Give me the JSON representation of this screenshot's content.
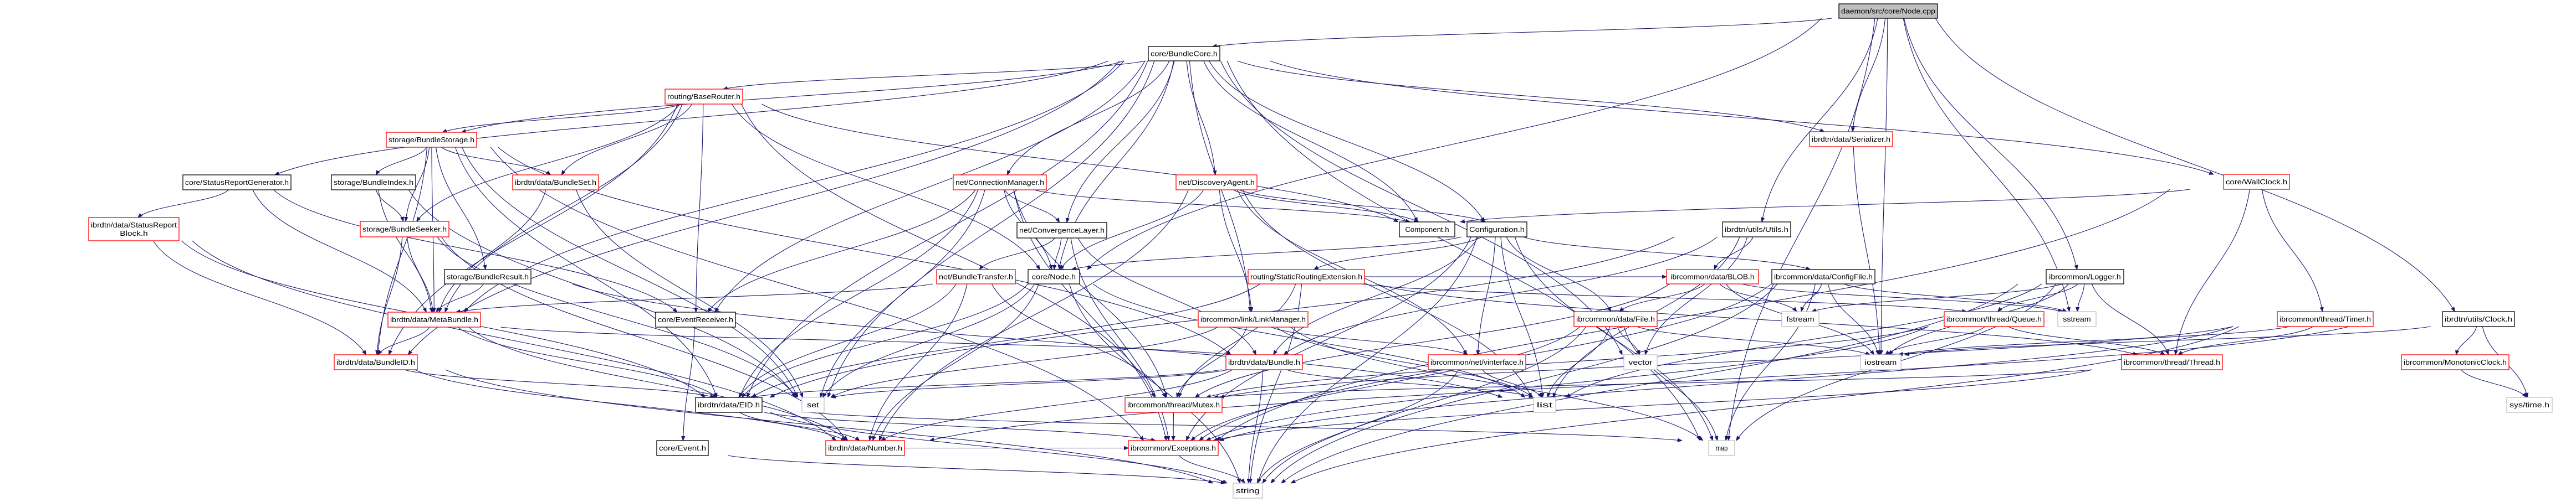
{
  "title": "daemon/src/core/Node.cpp include dependency graph",
  "colors": {
    "edge": "#191970",
    "root_fill": "#bfbfbf",
    "normal_border": "#000000",
    "truncated_border": "#ff0000",
    "system_border": "#bfbfbf"
  },
  "nodes": [
    {
      "id": "node_cpp",
      "label": "daemon/src/core/Node.cpp",
      "kind": "root"
    },
    {
      "id": "bundlecore",
      "label": "core/BundleCore.h",
      "kind": "normal"
    },
    {
      "id": "baserouter",
      "label": "routing/BaseRouter.h",
      "kind": "partial"
    },
    {
      "id": "bundlestorage",
      "label": "storage/BundleStorage.h",
      "kind": "partial"
    },
    {
      "id": "statusreportgen",
      "label": "core/StatusReportGenerator.h",
      "kind": "normal"
    },
    {
      "id": "bundleindex",
      "label": "storage/BundleIndex.h",
      "kind": "normal"
    },
    {
      "id": "bundleset",
      "label": "ibrdtn/data/BundleSet.h",
      "kind": "partial"
    },
    {
      "id": "statusreportblock",
      "label": "ibrdtn/data/StatusReport\nBlock.h",
      "kind": "partial"
    },
    {
      "id": "bundleseeker",
      "label": "storage/BundleSeeker.h",
      "kind": "partial"
    },
    {
      "id": "bundleresult",
      "label": "storage/BundleResult.h",
      "kind": "normal"
    },
    {
      "id": "metabundle",
      "label": "ibrdtn/data/MetaBundle.h",
      "kind": "partial"
    },
    {
      "id": "eventreceiver",
      "label": "core/EventReceiver.h",
      "kind": "normal"
    },
    {
      "id": "bundleid",
      "label": "ibrdtn/data/BundleID.h",
      "kind": "partial"
    },
    {
      "id": "eid",
      "label": "ibrdtn/data/EID.h",
      "kind": "normal"
    },
    {
      "id": "set",
      "label": "set",
      "kind": "system"
    },
    {
      "id": "event",
      "label": "core/Event.h",
      "kind": "normal"
    },
    {
      "id": "number",
      "label": "ibrdtn/data/Number.h",
      "kind": "partial"
    },
    {
      "id": "connectionmanager",
      "label": "net/ConnectionManager.h",
      "kind": "partial"
    },
    {
      "id": "discoveryagent",
      "label": "net/DiscoveryAgent.h",
      "kind": "partial"
    },
    {
      "id": "convergencelayer",
      "label": "net/ConvergenceLayer.h",
      "kind": "normal"
    },
    {
      "id": "component",
      "label": "Component.h",
      "kind": "normal"
    },
    {
      "id": "configuration",
      "label": "Configuration.h",
      "kind": "normal"
    },
    {
      "id": "bundletransfer",
      "label": "net/BundleTransfer.h",
      "kind": "partial"
    },
    {
      "id": "node_h",
      "label": "core/Node.h",
      "kind": "normal"
    },
    {
      "id": "staticrouting",
      "label": "routing/StaticRoutingExtension.h",
      "kind": "partial"
    },
    {
      "id": "linkmanager",
      "label": "ibrcommon/link/LinkManager.h",
      "kind": "partial"
    },
    {
      "id": "file",
      "label": "ibrcommon/data/File.h",
      "kind": "partial"
    },
    {
      "id": "bundle",
      "label": "ibrdtn/data/Bundle.h",
      "kind": "partial"
    },
    {
      "id": "vinterface",
      "label": "ibrcommon/net/vinterface.h",
      "kind": "partial"
    },
    {
      "id": "vector",
      "label": "vector",
      "kind": "system"
    },
    {
      "id": "mutex",
      "label": "ibrcommon/thread/Mutex.h",
      "kind": "partial"
    },
    {
      "id": "list",
      "label": "list",
      "kind": "system"
    },
    {
      "id": "exceptions",
      "label": "ibrcommon/Exceptions.h",
      "kind": "partial"
    },
    {
      "id": "string",
      "label": "string",
      "kind": "system"
    },
    {
      "id": "serializer",
      "label": "ibrdtn/data/Serializer.h",
      "kind": "partial"
    },
    {
      "id": "wallclock",
      "label": "core/WallClock.h",
      "kind": "partial"
    },
    {
      "id": "utils",
      "label": "ibrdtn/utils/Utils.h",
      "kind": "normal"
    },
    {
      "id": "blob",
      "label": "ibrcommon/data/BLOB.h",
      "kind": "partial"
    },
    {
      "id": "configfile",
      "label": "ibrcommon/data/ConfigFile.h",
      "kind": "normal"
    },
    {
      "id": "logger",
      "label": "ibrcommon/Logger.h",
      "kind": "normal"
    },
    {
      "id": "fstream",
      "label": "fstream",
      "kind": "system"
    },
    {
      "id": "queue",
      "label": "ibrcommon/thread/Queue.h",
      "kind": "partial"
    },
    {
      "id": "sstream",
      "label": "sstream",
      "kind": "system"
    },
    {
      "id": "timer",
      "label": "ibrcommon/thread/Timer.h",
      "kind": "partial"
    },
    {
      "id": "clock",
      "label": "ibrdtn/utils/Clock.h",
      "kind": "normal"
    },
    {
      "id": "iostream",
      "label": "iostream",
      "kind": "system"
    },
    {
      "id": "thread",
      "label": "ibrcommon/thread/Thread.h",
      "kind": "partial"
    },
    {
      "id": "monotonicclock",
      "label": "ibrcommon/MonotonicClock.h",
      "kind": "partial"
    },
    {
      "id": "systime",
      "label": "sys/time.h",
      "kind": "system"
    },
    {
      "id": "map",
      "label": "map",
      "kind": "system"
    }
  ],
  "edges": [
    [
      "node_cpp",
      "bundlecore"
    ],
    [
      "node_cpp",
      "node_h"
    ],
    [
      "node_cpp",
      "utils"
    ],
    [
      "node_cpp",
      "logger"
    ],
    [
      "node_cpp",
      "sstream"
    ],
    [
      "node_cpp",
      "clock"
    ],
    [
      "node_cpp",
      "map"
    ],
    [
      "node_cpp",
      "iostream"
    ],
    [
      "node_cpp",
      "serializer"
    ],
    [
      "bundlecore",
      "baserouter"
    ],
    [
      "bundlecore",
      "bundlestorage"
    ],
    [
      "bundlecore",
      "statusreportgen"
    ],
    [
      "bundlecore",
      "connectionmanager"
    ],
    [
      "bundlecore",
      "discoveryagent"
    ],
    [
      "bundlecore",
      "convergencelayer"
    ],
    [
      "bundlecore",
      "component"
    ],
    [
      "bundlecore",
      "configuration"
    ],
    [
      "bundlecore",
      "serializer"
    ],
    [
      "bundlecore",
      "wallclock"
    ],
    [
      "bundlecore",
      "eventreceiver"
    ],
    [
      "bundlecore",
      "metabundle"
    ],
    [
      "bundlecore",
      "eid"
    ],
    [
      "bundlecore",
      "set"
    ],
    [
      "bundlecore",
      "map"
    ],
    [
      "bundlecore",
      "vector"
    ],
    [
      "bundlecore",
      "linkmanager"
    ],
    [
      "bundlecore",
      "node_h"
    ],
    [
      "bundlecore",
      "bundleid"
    ],
    [
      "baserouter",
      "bundlestorage"
    ],
    [
      "baserouter",
      "bundleset"
    ],
    [
      "baserouter",
      "bundleseeker"
    ],
    [
      "baserouter",
      "metabundle"
    ],
    [
      "baserouter",
      "eventreceiver"
    ],
    [
      "baserouter",
      "component"
    ],
    [
      "baserouter",
      "node_h"
    ],
    [
      "baserouter",
      "bundleid"
    ],
    [
      "baserouter",
      "mutex"
    ],
    [
      "bundlestorage",
      "bundleindex"
    ],
    [
      "bundlestorage",
      "bundleset"
    ],
    [
      "bundlestorage",
      "bundleseeker"
    ],
    [
      "bundlestorage",
      "bundleresult"
    ],
    [
      "bundlestorage",
      "metabundle"
    ],
    [
      "bundlestorage",
      "bundleid"
    ],
    [
      "bundlestorage",
      "eid"
    ],
    [
      "bundlestorage",
      "set"
    ],
    [
      "bundlestorage",
      "exceptions"
    ],
    [
      "bundlestorage",
      "bundle"
    ],
    [
      "statusreportgen",
      "statusreportblock"
    ],
    [
      "statusreportgen",
      "eventreceiver"
    ],
    [
      "statusreportgen",
      "metabundle"
    ],
    [
      "bundleindex",
      "bundleseeker"
    ],
    [
      "bundleindex",
      "metabundle"
    ],
    [
      "bundleindex",
      "set"
    ],
    [
      "bundleset",
      "metabundle"
    ],
    [
      "bundleset",
      "set"
    ],
    [
      "statusreportblock",
      "eid"
    ],
    [
      "statusreportblock",
      "number"
    ],
    [
      "statusreportblock",
      "bundleid"
    ],
    [
      "bundleseeker",
      "metabundle"
    ],
    [
      "bundleseeker",
      "bundleid"
    ],
    [
      "bundleseeker",
      "number"
    ],
    [
      "bundleseeker",
      "set"
    ],
    [
      "bundleresult",
      "metabundle"
    ],
    [
      "bundleresult",
      "list"
    ],
    [
      "metabundle",
      "bundleid"
    ],
    [
      "metabundle",
      "eid"
    ],
    [
      "metabundle",
      "number"
    ],
    [
      "metabundle",
      "bundle"
    ],
    [
      "eventreceiver",
      "event"
    ],
    [
      "bundleid",
      "eid"
    ],
    [
      "bundleid",
      "number"
    ],
    [
      "bundleid",
      "string"
    ],
    [
      "eid",
      "number"
    ],
    [
      "eid",
      "exceptions"
    ],
    [
      "eid",
      "string"
    ],
    [
      "eid",
      "map"
    ],
    [
      "event",
      "string"
    ],
    [
      "number",
      "exceptions"
    ],
    [
      "connectionmanager",
      "convergencelayer"
    ],
    [
      "connectionmanager",
      "component"
    ],
    [
      "connectionmanager",
      "node_h"
    ],
    [
      "connectionmanager",
      "eid"
    ],
    [
      "connectionmanager",
      "set"
    ],
    [
      "connectionmanager",
      "mutex"
    ],
    [
      "connectionmanager",
      "exceptions"
    ],
    [
      "connectionmanager",
      "eventreceiver"
    ],
    [
      "discoveryagent",
      "component"
    ],
    [
      "discoveryagent",
      "configuration"
    ],
    [
      "discoveryagent",
      "node_h"
    ],
    [
      "discoveryagent",
      "vinterface"
    ],
    [
      "discoveryagent",
      "list"
    ],
    [
      "discoveryagent",
      "linkmanager"
    ],
    [
      "discoveryagent",
      "number"
    ],
    [
      "convergencelayer",
      "node_h"
    ],
    [
      "convergencelayer",
      "bundletransfer"
    ],
    [
      "convergencelayer",
      "bundle"
    ],
    [
      "convergencelayer",
      "exceptions"
    ],
    [
      "configuration",
      "node_h"
    ],
    [
      "configuration",
      "configfile"
    ],
    [
      "configuration",
      "staticrouting"
    ],
    [
      "configuration",
      "vinterface"
    ],
    [
      "configuration",
      "file"
    ],
    [
      "configuration",
      "list"
    ],
    [
      "configuration",
      "map"
    ],
    [
      "configuration",
      "string"
    ],
    [
      "configuration",
      "exceptions"
    ],
    [
      "configuration",
      "bundle"
    ],
    [
      "bundletransfer",
      "metabundle"
    ],
    [
      "bundletransfer",
      "number"
    ],
    [
      "bundletransfer",
      "mutex"
    ],
    [
      "bundletransfer",
      "eid"
    ],
    [
      "node_h",
      "eid"
    ],
    [
      "node_h",
      "set"
    ],
    [
      "node_h",
      "list"
    ],
    [
      "node_h",
      "string"
    ],
    [
      "node_h",
      "number"
    ],
    [
      "node_h",
      "blob"
    ],
    [
      "staticrouting",
      "eid"
    ],
    [
      "staticrouting",
      "queue"
    ],
    [
      "staticrouting",
      "thread"
    ],
    [
      "staticrouting",
      "mutex"
    ],
    [
      "staticrouting",
      "string"
    ],
    [
      "linkmanager",
      "vinterface"
    ],
    [
      "linkmanager",
      "set"
    ],
    [
      "linkmanager",
      "mutex"
    ],
    [
      "linkmanager",
      "list"
    ],
    [
      "linkmanager",
      "map"
    ],
    [
      "file",
      "vector"
    ],
    [
      "file",
      "list"
    ],
    [
      "file",
      "map"
    ],
    [
      "file",
      "string"
    ],
    [
      "file",
      "iostream"
    ],
    [
      "file",
      "exceptions"
    ],
    [
      "bundle",
      "eid"
    ],
    [
      "bundle",
      "number"
    ],
    [
      "bundle",
      "list"
    ],
    [
      "bundle",
      "set"
    ],
    [
      "bundle",
      "string"
    ],
    [
      "vinterface",
      "list"
    ],
    [
      "vinterface",
      "string"
    ],
    [
      "mutex",
      "exceptions"
    ],
    [
      "exceptions",
      "string"
    ],
    [
      "serializer",
      "iostream"
    ],
    [
      "wallclock",
      "timer"
    ],
    [
      "wallclock",
      "component"
    ],
    [
      "wallclock",
      "thread"
    ],
    [
      "wallclock",
      "exceptions"
    ],
    [
      "utils",
      "blob"
    ],
    [
      "utils",
      "eid"
    ],
    [
      "utils",
      "bundle"
    ],
    [
      "utils",
      "vector"
    ],
    [
      "utils",
      "list"
    ],
    [
      "blob",
      "file"
    ],
    [
      "blob",
      "mutex"
    ],
    [
      "blob",
      "fstream"
    ],
    [
      "blob",
      "sstream"
    ],
    [
      "blob",
      "iostream"
    ],
    [
      "configfile",
      "fstream"
    ],
    [
      "configfile",
      "sstream"
    ],
    [
      "configfile",
      "iostream"
    ],
    [
      "configfile",
      "map"
    ],
    [
      "configfile",
      "string"
    ],
    [
      "configfile",
      "exceptions"
    ],
    [
      "logger",
      "queue"
    ],
    [
      "logger",
      "sstream"
    ],
    [
      "logger",
      "iostream"
    ],
    [
      "logger",
      "thread"
    ],
    [
      "logger",
      "fstream"
    ],
    [
      "logger",
      "map"
    ],
    [
      "logger",
      "list"
    ],
    [
      "logger",
      "string"
    ],
    [
      "queue",
      "iostream"
    ],
    [
      "queue",
      "thread"
    ],
    [
      "queue",
      "exceptions"
    ],
    [
      "queue",
      "mutex"
    ],
    [
      "timer",
      "thread"
    ],
    [
      "timer",
      "iostream"
    ],
    [
      "timer",
      "mutex"
    ],
    [
      "timer",
      "exceptions"
    ],
    [
      "timer",
      "string"
    ],
    [
      "clock",
      "monotonicclock"
    ],
    [
      "clock",
      "systime"
    ],
    [
      "clock",
      "number"
    ],
    [
      "clock",
      "iostream"
    ],
    [
      "thread",
      "mutex"
    ],
    [
      "thread",
      "exceptions"
    ],
    [
      "monotonicclock",
      "systime"
    ]
  ]
}
